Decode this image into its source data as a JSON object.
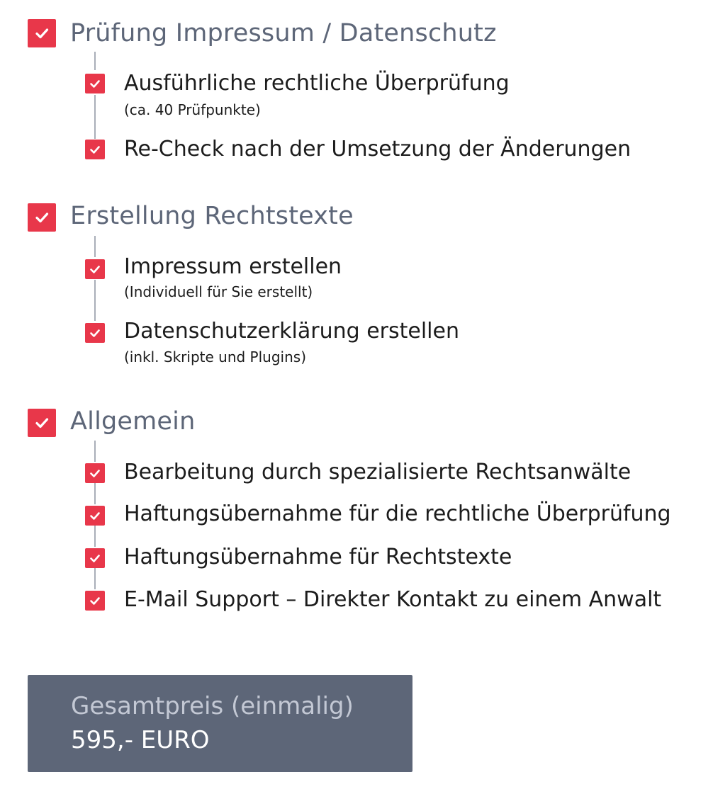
{
  "colors": {
    "accent": "#e8374a",
    "heading": "#5d6678",
    "text": "#1c1c1c",
    "connector": "#a9aeb8",
    "price_bg": "#5d6678",
    "price_label": "#c3c8d4",
    "price_value": "#ffffff"
  },
  "icons": {
    "checkbox": "checked-checkbox-icon"
  },
  "sections": [
    {
      "title": "Prüfung Impressum / Datenschutz",
      "items": [
        {
          "label": "Ausführliche rechtliche Überprüfung",
          "note": "(ca. 40 Prüfpunkte)"
        },
        {
          "label": "Re-Check nach der Umsetzung der Änderungen"
        }
      ]
    },
    {
      "title": "Erstellung Rechtstexte",
      "items": [
        {
          "label": "Impressum erstellen",
          "note": "(Individuell für Sie erstellt)"
        },
        {
          "label": "Datenschutzerklärung erstellen",
          "note": "(inkl. Skripte und Plugins)"
        }
      ]
    },
    {
      "title": "Allgemein",
      "items": [
        {
          "label": "Bearbeitung durch spezialisierte Rechtsanwälte"
        },
        {
          "label": "Haftungsübernahme für die rechtliche Überprüfung"
        },
        {
          "label": "Haftungsübernahme für Rechtstexte"
        },
        {
          "label": "E-Mail Support – Direkter Kontakt zu einem Anwalt"
        }
      ]
    }
  ],
  "price": {
    "label": "Gesamtpreis (einmalig)",
    "value": "595,- EURO"
  }
}
